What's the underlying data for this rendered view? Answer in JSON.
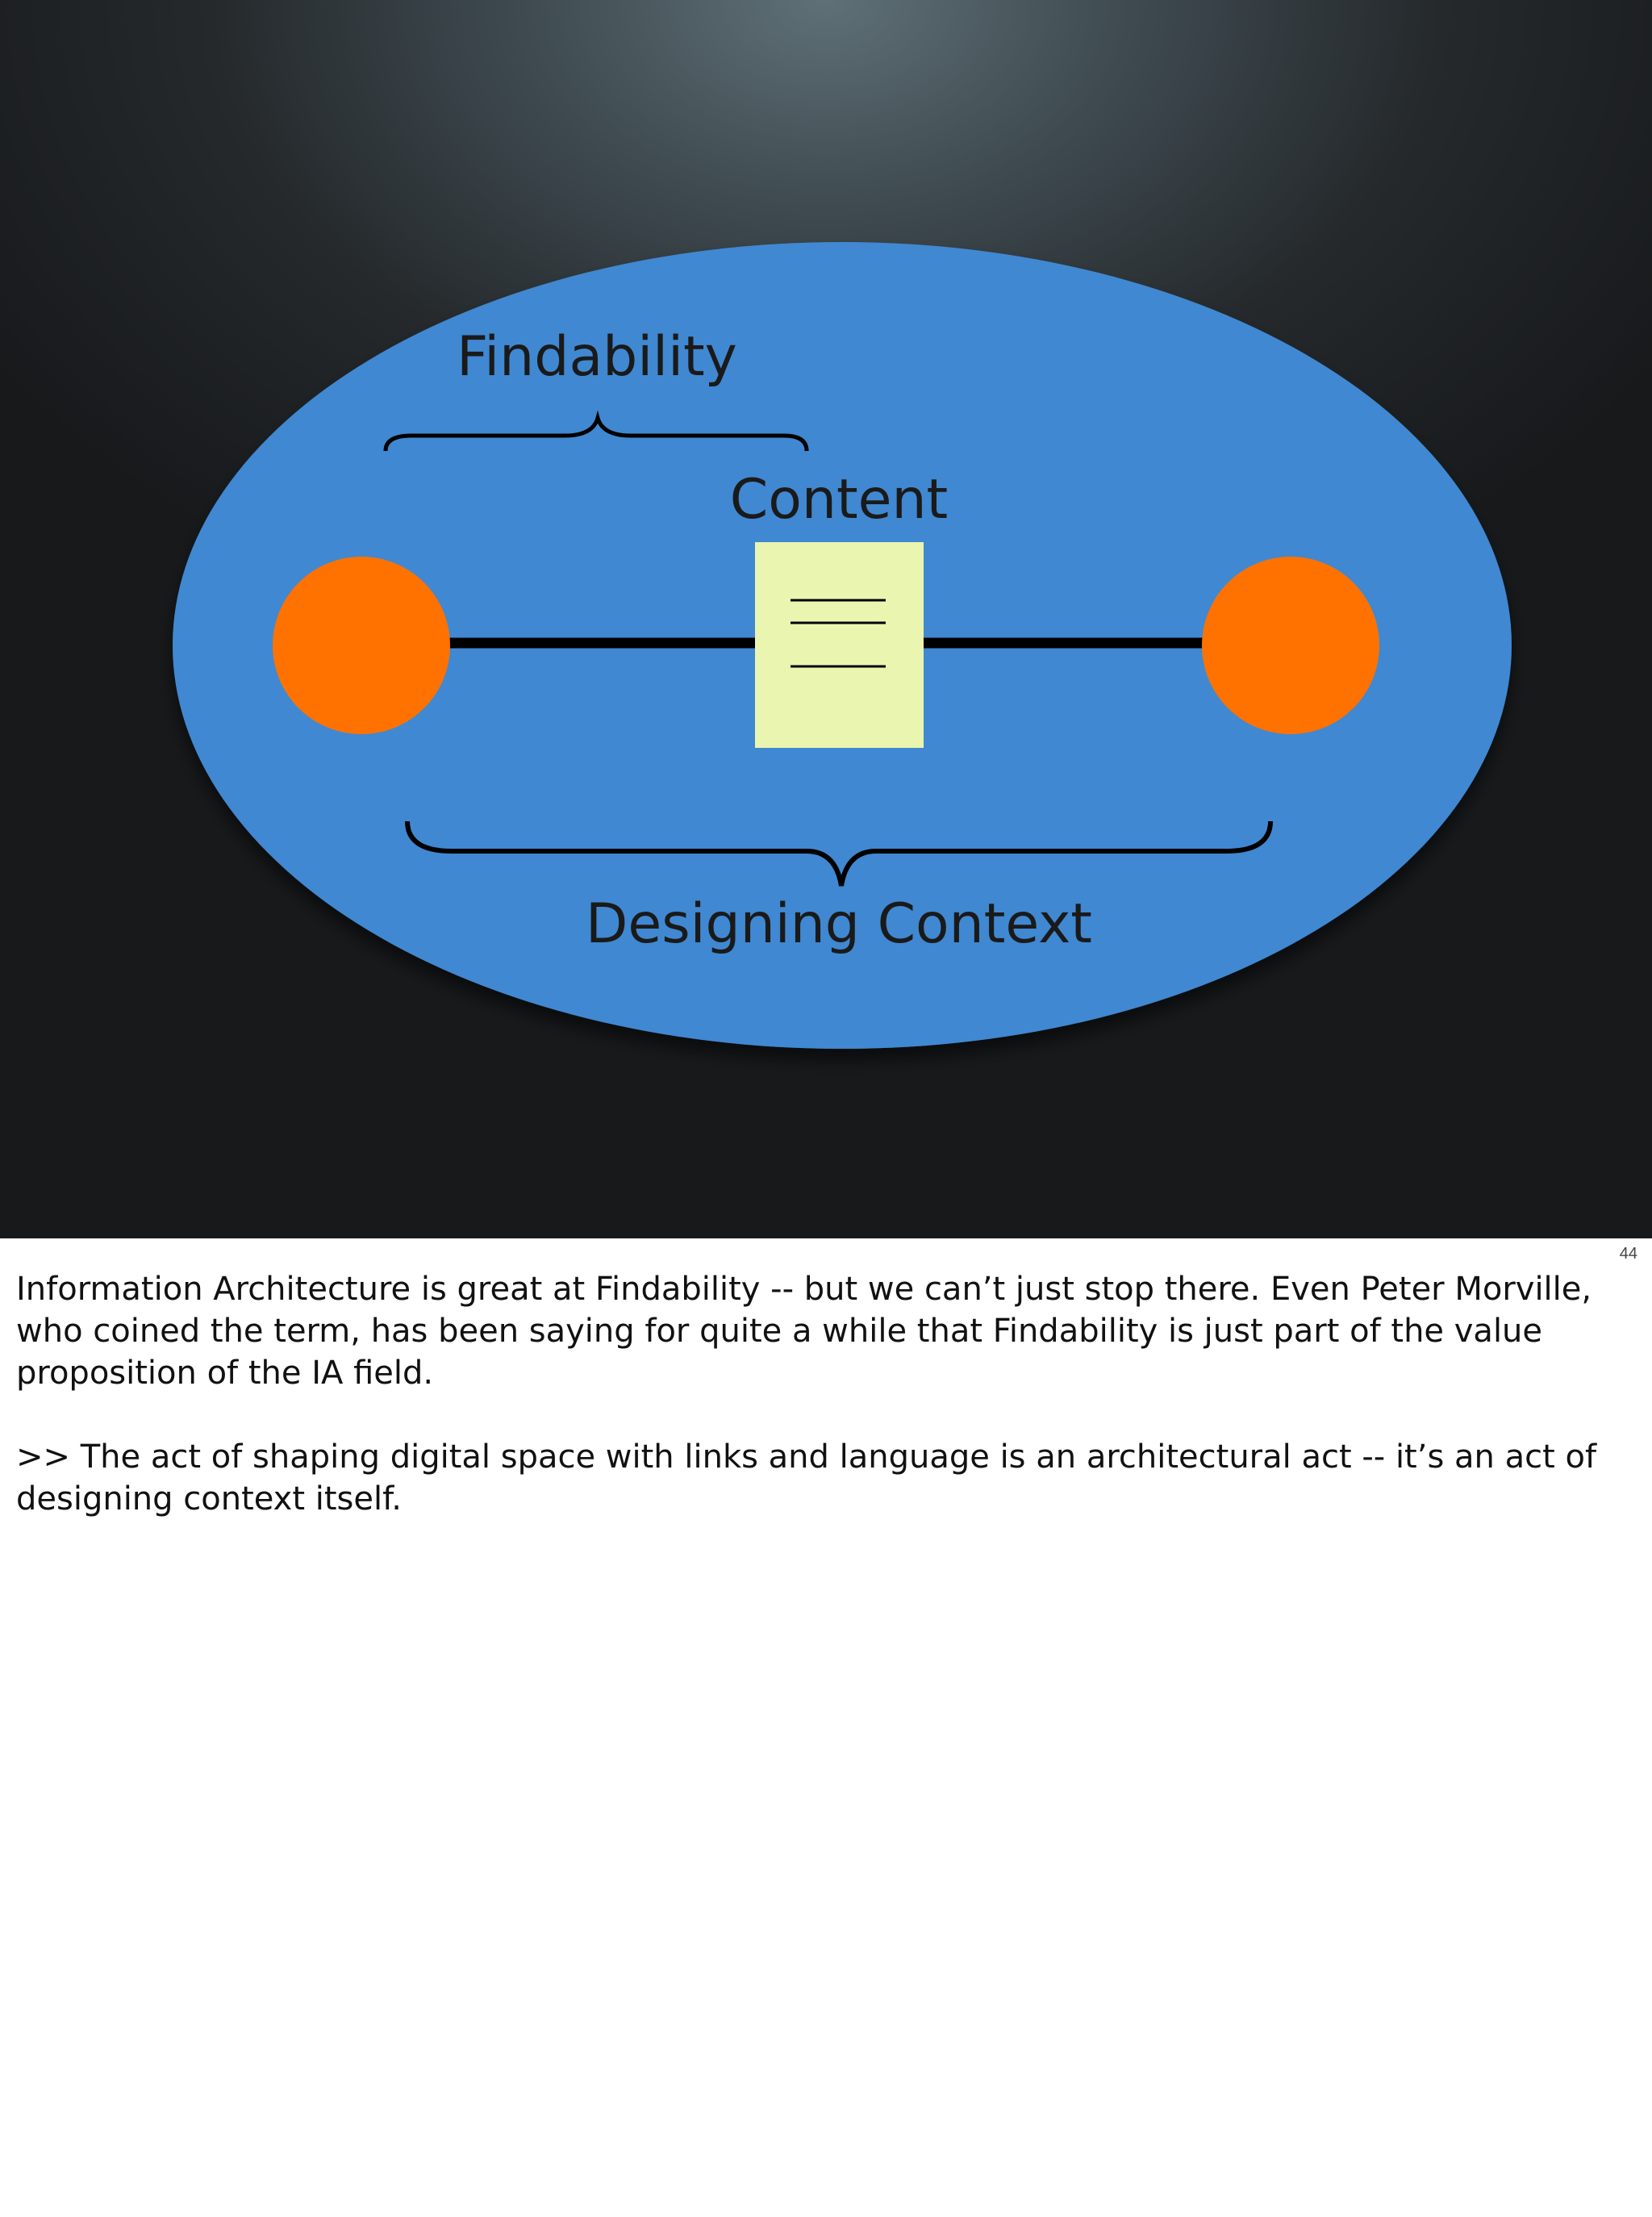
{
  "slide": {
    "labels": {
      "findability": "Findability",
      "content": "Content",
      "designing_context": "Designing Context"
    },
    "colors": {
      "ellipse": "#4188d1",
      "nodes": "#ff7200",
      "document": "#eaf6b0",
      "lines": "#000000"
    },
    "icons": {
      "left_node": "circle",
      "right_node": "circle",
      "content_item": "document-icon"
    }
  },
  "slide_number": "44",
  "notes": {
    "paragraph_1": "Information Architecture is great at Findability -- but we can’t just stop there. Even Peter Morville, who coined the term, has been saying for quite a while that Findability is just part of the value proposition of the IA field.",
    "paragraph_2": ">> The act of shaping digital space with links and language is an architectural act -- it’s an act of designing context itself."
  }
}
